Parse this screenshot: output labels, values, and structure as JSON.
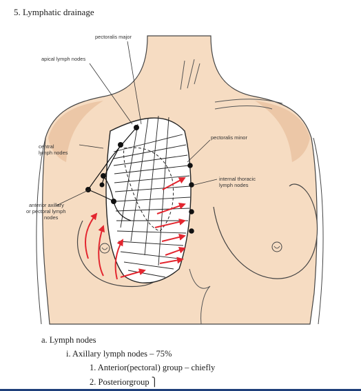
{
  "heading": "5.  Lymphatic drainage",
  "figure": {
    "labels": {
      "pectoralis_major": "pectoralis major",
      "apical": "apical lymph nodes",
      "central_1": "central",
      "central_2": "lymph nodes",
      "pectoralis_minor": "pectoralis minor",
      "internal_1": "internal thoracic",
      "internal_2": "lymph nodes",
      "anterior_1": "anterior axillary",
      "anterior_2": "or pectoral lymph",
      "anterior_3": "nodes"
    },
    "colors": {
      "skin": "#f6dcc2",
      "skin_shadow": "#e6b994",
      "arrow": "#e3262f",
      "node": "#111111"
    }
  },
  "outline": {
    "a": "a.   Lymph nodes",
    "a_i": "i.   Axillary lymph nodes – 75%",
    "a_i_1": "1.   Anterior(pectoral) group – chiefly",
    "a_i_2": "2.   Posteriorgroup"
  }
}
